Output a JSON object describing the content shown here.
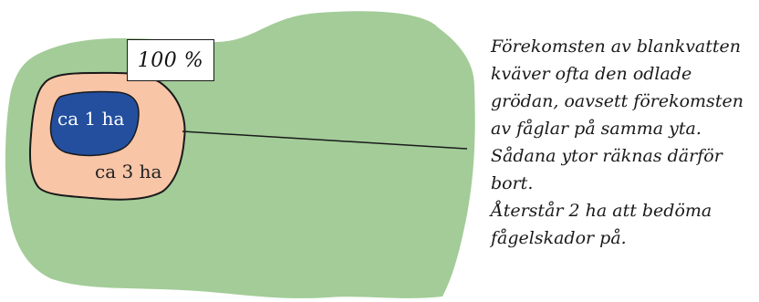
{
  "diagram": {
    "percent_box": "100 %",
    "inner_area_label": "ca 1 ha",
    "outer_area_label": "ca 3 ha",
    "note_lines": [
      "Förekomsten av blankvatten",
      "kväver ofta den odlade",
      "grödan, oavsett förekomsten",
      "av fåglar på samma yta.",
      "Sådana ytor räknas därför",
      "bort.",
      "Återstår 2 ha att bedöma",
      "fågelskador på."
    ],
    "colors": {
      "field": "#a3cc98",
      "wet_zone": "#f8c5a7",
      "water": "#234f9e",
      "outline": "#1a1a1a"
    }
  }
}
